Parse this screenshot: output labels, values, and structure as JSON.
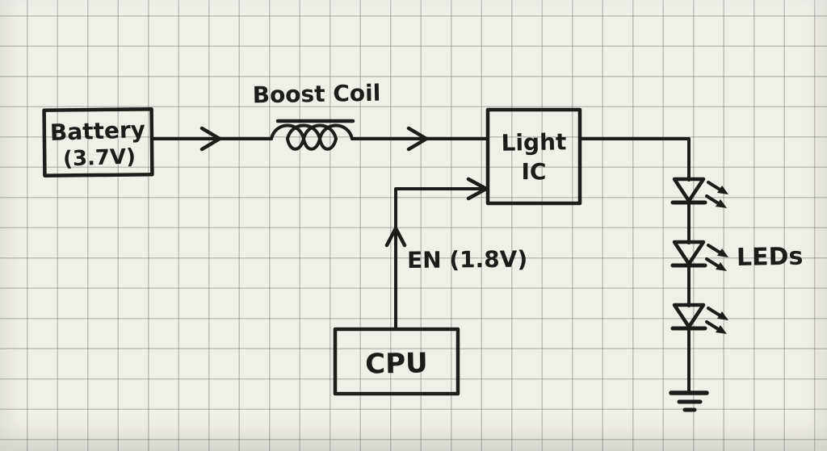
{
  "diagram": {
    "battery": {
      "name": "Battery",
      "voltage": "(3.7V)"
    },
    "boost_coil": {
      "label": "Boost Coil"
    },
    "light_ic": {
      "line1": "Light",
      "line2": "IC"
    },
    "cpu": {
      "label": "CPU"
    },
    "en_signal": {
      "label": "EN (1.8V)"
    },
    "leds": {
      "label": "LEDs",
      "count": 3
    },
    "connections": [
      "Battery (3.7V) → Boost Coil → Light IC",
      "CPU → EN (1.8V) → Light IC",
      "Light IC → LED string (3) → GND"
    ],
    "colors": {
      "ink": "#1d1c1a",
      "paper": "#f0efe8",
      "grid_line": "#b9b8b2"
    }
  }
}
